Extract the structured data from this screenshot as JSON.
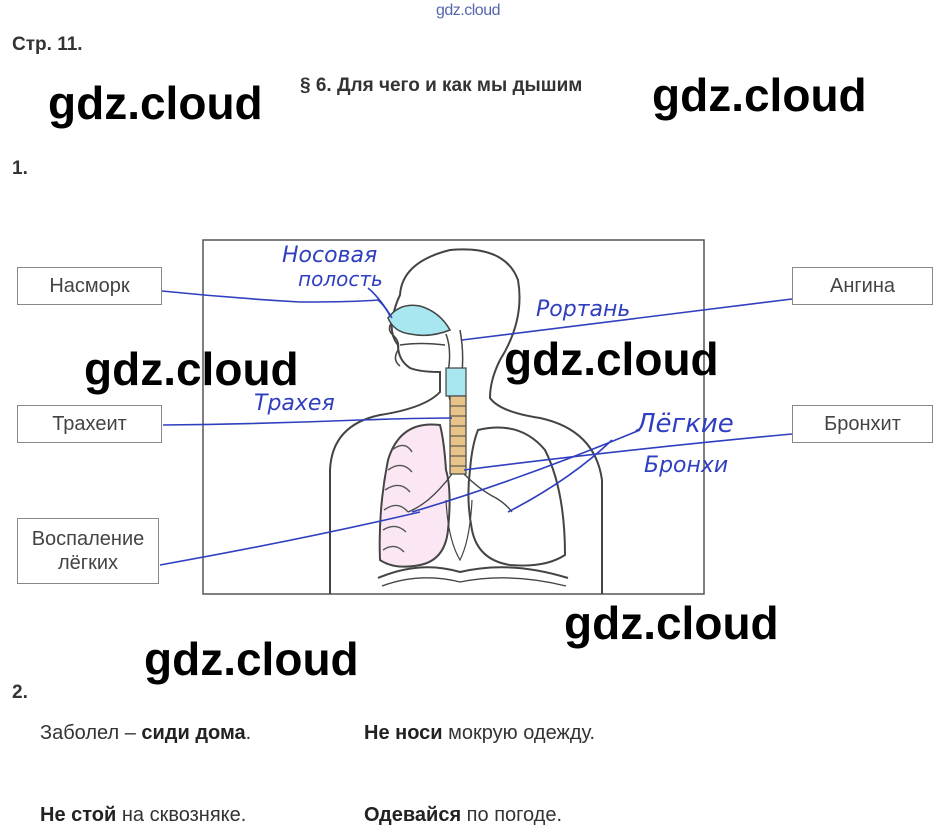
{
  "header": {
    "site_mark": "gdz.cloud",
    "page_ref": "Стр. 11.",
    "section_title": "§ 6. Для чего и как мы дышим"
  },
  "watermark": "gdz.cloud",
  "task1": {
    "number": "1.",
    "boxes": {
      "runny_nose": "Насморк",
      "tracheitis": "Трахеит",
      "pneumonia_l1": "Воспаление",
      "pneumonia_l2": "лёгких",
      "angina": "Ангина",
      "bronchitis": "Бронхит"
    },
    "handwritten": {
      "nasal_l1": "Носовая",
      "nasal_l2": "полость",
      "larynx": "Рортань",
      "trachea": "Трахея",
      "lungs": "Лёгкие",
      "bronchi": "Бронхи"
    }
  },
  "task2": {
    "number": "2.",
    "rules": [
      {
        "pre": "Заболел – ",
        "bold": "сиди дома",
        "post": "."
      },
      {
        "pre": "",
        "bold": "Не носи",
        "post": " мокрую одежду."
      },
      {
        "pre": "",
        "bold": "Не стой",
        "post": " на сквозняке."
      },
      {
        "pre": "",
        "bold": "Одевайся",
        "post": " по погоде."
      }
    ]
  },
  "colors": {
    "ink": "#2f3fbf",
    "outline": "#444444",
    "nasal_fill": "#a8e6f0",
    "trachea_fill": "#e8c48a",
    "lung_tint": "#f3c6e6"
  }
}
